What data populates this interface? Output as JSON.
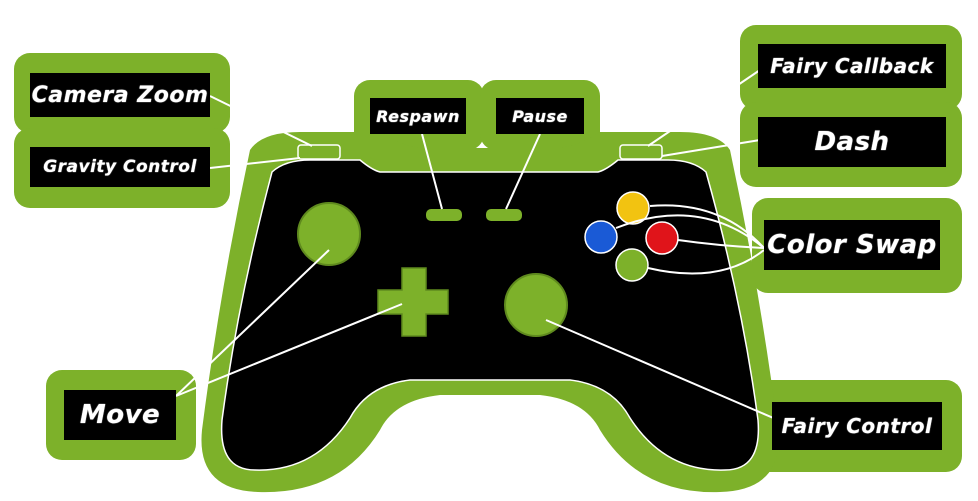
{
  "colors": {
    "accent_green": "#7db12a",
    "controller_body": "#000000",
    "label_bg": "#000000",
    "label_text": "#ffffff",
    "face_yellow": "#f2c311",
    "face_blue": "#1a5ad6",
    "face_red": "#e0141a",
    "face_green": "#7db12a"
  },
  "labels": {
    "camera_zoom": "Camera Zoom",
    "gravity_control": "Gravity Control",
    "respawn": "Respawn",
    "pause": "Pause",
    "fairy_callback": "Fairy Callback",
    "dash": "Dash",
    "color_swap": "Color Swap",
    "move": "Move",
    "fairy_control": "Fairy Control"
  },
  "icons": [
    "left-analog-stick-icon",
    "right-analog-stick-icon",
    "dpad-icon",
    "face-button-yellow-icon",
    "face-button-blue-icon",
    "face-button-red-icon",
    "face-button-green-icon",
    "respawn-button-icon",
    "pause-button-icon"
  ]
}
